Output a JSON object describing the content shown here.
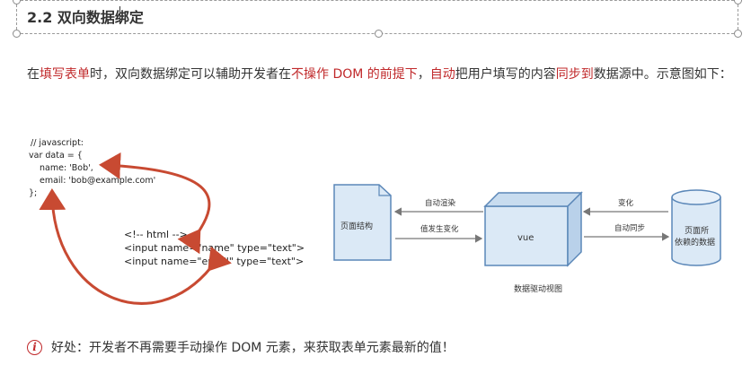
{
  "heading": {
    "title": "2.2 双向数据绑定"
  },
  "intro": {
    "segments": [
      {
        "text": "在",
        "highlight": false
      },
      {
        "text": "填写表单",
        "highlight": true
      },
      {
        "text": "时，双向数据绑定可以辅助开发者在",
        "highlight": false
      },
      {
        "text": "不操作 DOM 的前提下",
        "highlight": true
      },
      {
        "text": "，",
        "highlight": false
      },
      {
        "text": "自动",
        "highlight": true
      },
      {
        "text": "把用户填写的内容",
        "highlight": false
      },
      {
        "text": "同步到",
        "highlight": true
      },
      {
        "text": "数据源中。示意图如下：",
        "highlight": false
      }
    ]
  },
  "code_diagram": {
    "js_lines": [
      "// javascript:",
      "var data = {",
      "name: 'Bob',",
      "email: 'bob@example.com'",
      "};"
    ],
    "html_lines": [
      "<!-- html -->",
      "<input name=\"name\" type=\"text\">",
      "<input name=\"email\" type=\"text\">"
    ]
  },
  "flow_diagram": {
    "page_box": "页面结构",
    "vue_box": "vue",
    "data_box_line1": "页面所",
    "data_box_line2": "依赖的数据",
    "arrow_render": "自动渲染",
    "arrow_value_change": "值发生变化",
    "arrow_change": "变化",
    "arrow_sync": "自动同步",
    "caption": "数据驱动视图"
  },
  "colors": {
    "highlight": "#c0282a",
    "box_fill": "#dbe9f6",
    "box_stroke": "#5b87b8"
  },
  "note": {
    "icon": "info-icon",
    "text": "好处：开发者不再需要手动操作 DOM 元素，来获取表单元素最新的值！"
  }
}
